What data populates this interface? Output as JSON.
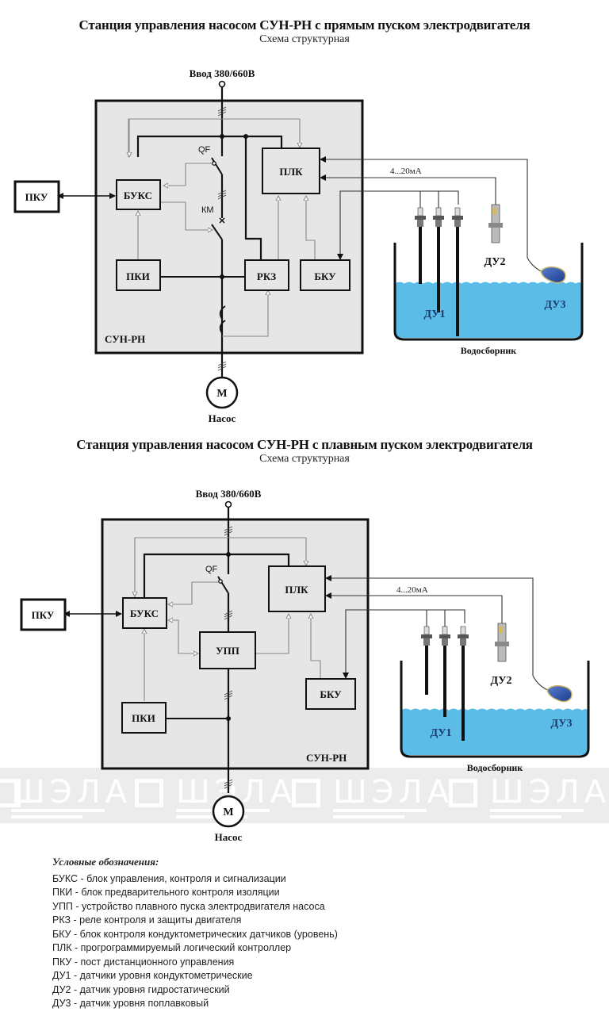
{
  "diagram1": {
    "title": "Станция управления насосом СУН-РН с прямым пуском электродвигателя",
    "subtitle": "Схема структурная",
    "input_label": "Ввод 380/660В",
    "blocks": {
      "pku": "ПКУ",
      "buks": "БУКС",
      "plk": "ПЛК",
      "pki": "ПКИ",
      "rkz": "РКЗ",
      "bku": "БКУ"
    },
    "switch_labels": {
      "qf": "QF",
      "km": "КМ"
    },
    "cabinet_label": "СУН-РН",
    "signal_label": "4...20мА",
    "motor_label": "М",
    "pump_label": "Насос",
    "sensors": {
      "du1": "ДУ1",
      "du2": "ДУ2",
      "du3": "ДУ3"
    },
    "tank_label": "Водосборник"
  },
  "diagram2": {
    "title": "Станция управления насосом СУН-РН с плавным пуском электродвигателя",
    "subtitle": "Схема структурная",
    "input_label": "Ввод 380/660В",
    "blocks": {
      "pku": "ПКУ",
      "buks": "БУКС",
      "plk": "ПЛК",
      "upp": "УПП",
      "pki": "ПКИ",
      "bku": "БКУ"
    },
    "switch_labels": {
      "qf": "QF"
    },
    "cabinet_label": "СУН-РН",
    "signal_label": "4...20мА",
    "motor_label": "М",
    "pump_label": "Насос",
    "sensors": {
      "du1": "ДУ1",
      "du2": "ДУ2",
      "du3": "ДУ3"
    },
    "tank_label": "Водосборник"
  },
  "watermark": {
    "text": "ШЭЛА"
  },
  "legend": {
    "heading": "Условные обозначения:",
    "items": [
      "БУКС - блок управления, контроля и сигнализации",
      "ПКИ - блок предварительного контроля изоляции",
      "УПП - устройство плавного пуска электродвигателя насоса",
      "РКЗ - реле контроля и защиты двигателя",
      "БКУ - блок контроля кондуктометрических датчиков (уровень)",
      "ПЛК - прогрограммируемый логический контроллер",
      "ПКУ - пост дистанционного управления",
      "ДУ1 - датчики уровня кондуктометрические",
      "ДУ2 - датчик уровня гидростатический",
      "ДУ3 - датчик уровня поплавковый"
    ]
  },
  "colors": {
    "cabinet_fill": "#e6e6e6",
    "power_line": "#111111",
    "signal_line": "#888888",
    "water": "#5bbce8",
    "float": "#2a4fa8",
    "label_blue": "#1a3a6b"
  }
}
